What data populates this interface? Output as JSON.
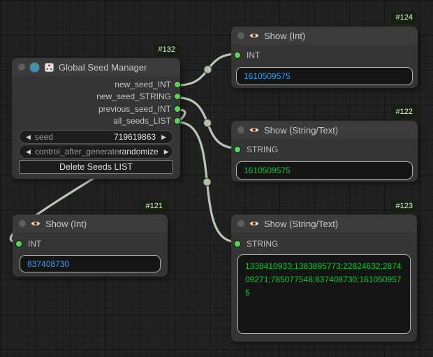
{
  "colors": {
    "background": "#212121",
    "node_body": "#353535",
    "link": "#b8c7b0",
    "slot_green": "#57d657",
    "int_value_color": "#2e9fff",
    "string_value_color": "#00cc33",
    "badge_background": "#15210e"
  },
  "ui": {
    "left_arrow": "◀",
    "right_arrow": "▶"
  },
  "nodes": {
    "n132": {
      "badge": "#132",
      "title": "Global Seed Manager",
      "icons": [
        "globe-icon",
        "dice-icon"
      ],
      "outputs": [
        "new_seed_INT",
        "new_seed_STRING",
        "previous_seed_INT",
        "all_seeds_LIST"
      ],
      "seed_widget": {
        "label": "seed",
        "value": "719619863"
      },
      "control_widget": {
        "label": "control_after_generate",
        "value": "randomize"
      },
      "button_label": "Delete Seeds LIST"
    },
    "n124": {
      "badge": "#124",
      "title": "Show (Int)",
      "icon": "eye-icon",
      "input": "INT",
      "value": "1610509575"
    },
    "n122": {
      "badge": "#122",
      "title": "Show (String/Text)",
      "icon": "eye-icon",
      "input": "STRING",
      "value": "1610509575"
    },
    "n121": {
      "badge": "#121",
      "title": "Show (Int)",
      "icon": "eye-icon",
      "input": "INT",
      "value": "837408730"
    },
    "n123": {
      "badge": "#123",
      "title": "Show (String/Text)",
      "icon": "eye-icon",
      "input": "STRING",
      "value": "1338410933;1383895773;22824632;287409271;785077548;837408730;1610509575"
    }
  },
  "links": [
    {
      "from": "Global Seed Manager.new_seed_INT",
      "to": "#124.INT"
    },
    {
      "from": "Global Seed Manager.new_seed_STRING",
      "to": "#122.STRING"
    },
    {
      "from": "Global Seed Manager.previous_seed_INT",
      "to": "#121.INT"
    },
    {
      "from": "Global Seed Manager.all_seeds_LIST",
      "to": "#123.STRING"
    }
  ]
}
